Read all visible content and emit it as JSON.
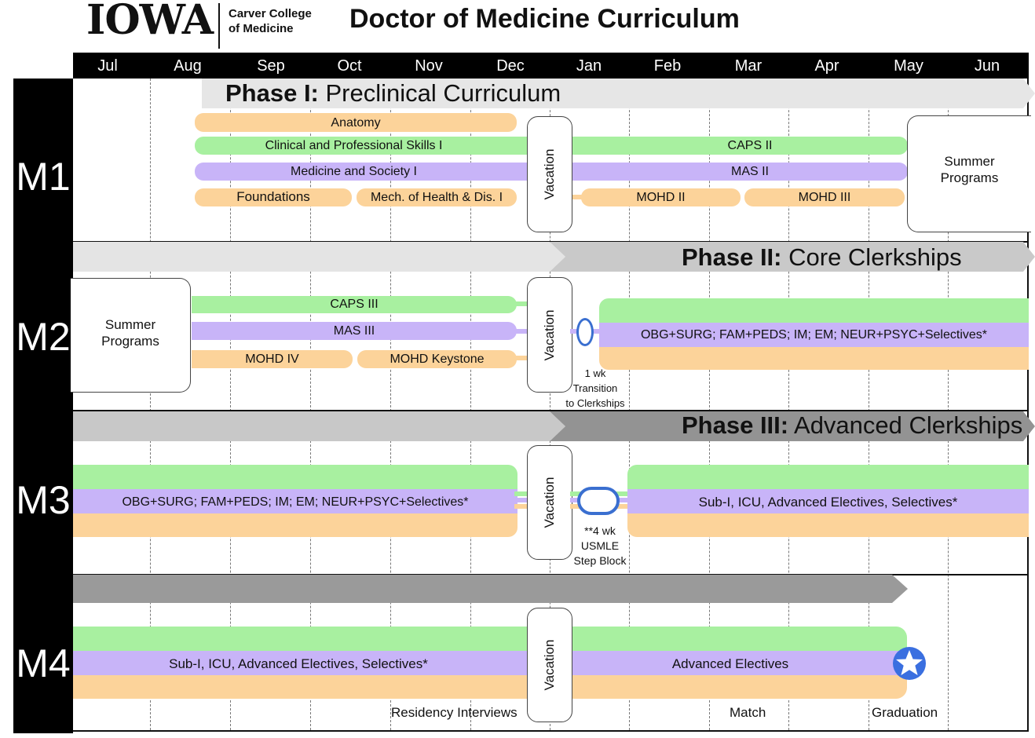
{
  "header": {
    "logo_text": "IOWA",
    "college_line1": "Carver College",
    "college_line2": "of Medicine",
    "title": "Doctor of Medicine Curriculum"
  },
  "months": [
    "Jul",
    "Aug",
    "Sep",
    "Oct",
    "Nov",
    "Dec",
    "Jan",
    "Feb",
    "Mar",
    "Apr",
    "May",
    "Jun"
  ],
  "years": [
    "M1",
    "M2",
    "M3",
    "M4"
  ],
  "phases": {
    "p1_bold": "Phase I:",
    "p1_rest": " Preclinical Curriculum",
    "p2_bold": "Phase II:",
    "p2_rest": " Core Clerkships",
    "p3_bold": "Phase III:",
    "p3_rest": " Advanced Clerkships"
  },
  "m1": {
    "anatomy": "Anatomy",
    "caps1": "Clinical and Professional Skills I",
    "caps2": "CAPS II",
    "mas1": "Medicine and Society I",
    "mas2": "MAS II",
    "foundations": "Foundations",
    "mohd1": "Mech. of Health & Dis. I",
    "mohd2": "MOHD II",
    "mohd3": "MOHD III",
    "summer_line1": "Summer",
    "summer_line2": "Programs"
  },
  "m2": {
    "summer_line1": "Summer",
    "summer_line2": "Programs",
    "caps3": "CAPS III",
    "mas3": "MAS III",
    "mohd4": "MOHD IV",
    "keystone": "MOHD Keystone",
    "clerkships": "OBG+SURG; FAM+PEDS; IM; EM; NEUR+PSYC+Selectives*",
    "transition_line1": "1 wk",
    "transition_line2": "Transition",
    "transition_line3": "to Clerkships"
  },
  "m3": {
    "clerkships": "OBG+SURG; FAM+PEDS; IM; EM; NEUR+PSYC+Selectives*",
    "advanced": "Sub-I, ICU, Advanced Electives, Selectives*",
    "usmle_line1": "**4 wk",
    "usmle_line2": "USMLE",
    "usmle_line3": "Step Block"
  },
  "m4": {
    "advanced": "Sub-I, ICU, Advanced Electives, Selectives*",
    "electives": "Advanced Electives",
    "residency": "Residency Interviews",
    "match": "Match",
    "graduation": "Graduation"
  },
  "vacation_label": "Vacation",
  "colors": {
    "orange": "#fcd39a",
    "green": "#a8f0a0",
    "purple": "#c8b4f8",
    "star": "#3a6fe0"
  }
}
